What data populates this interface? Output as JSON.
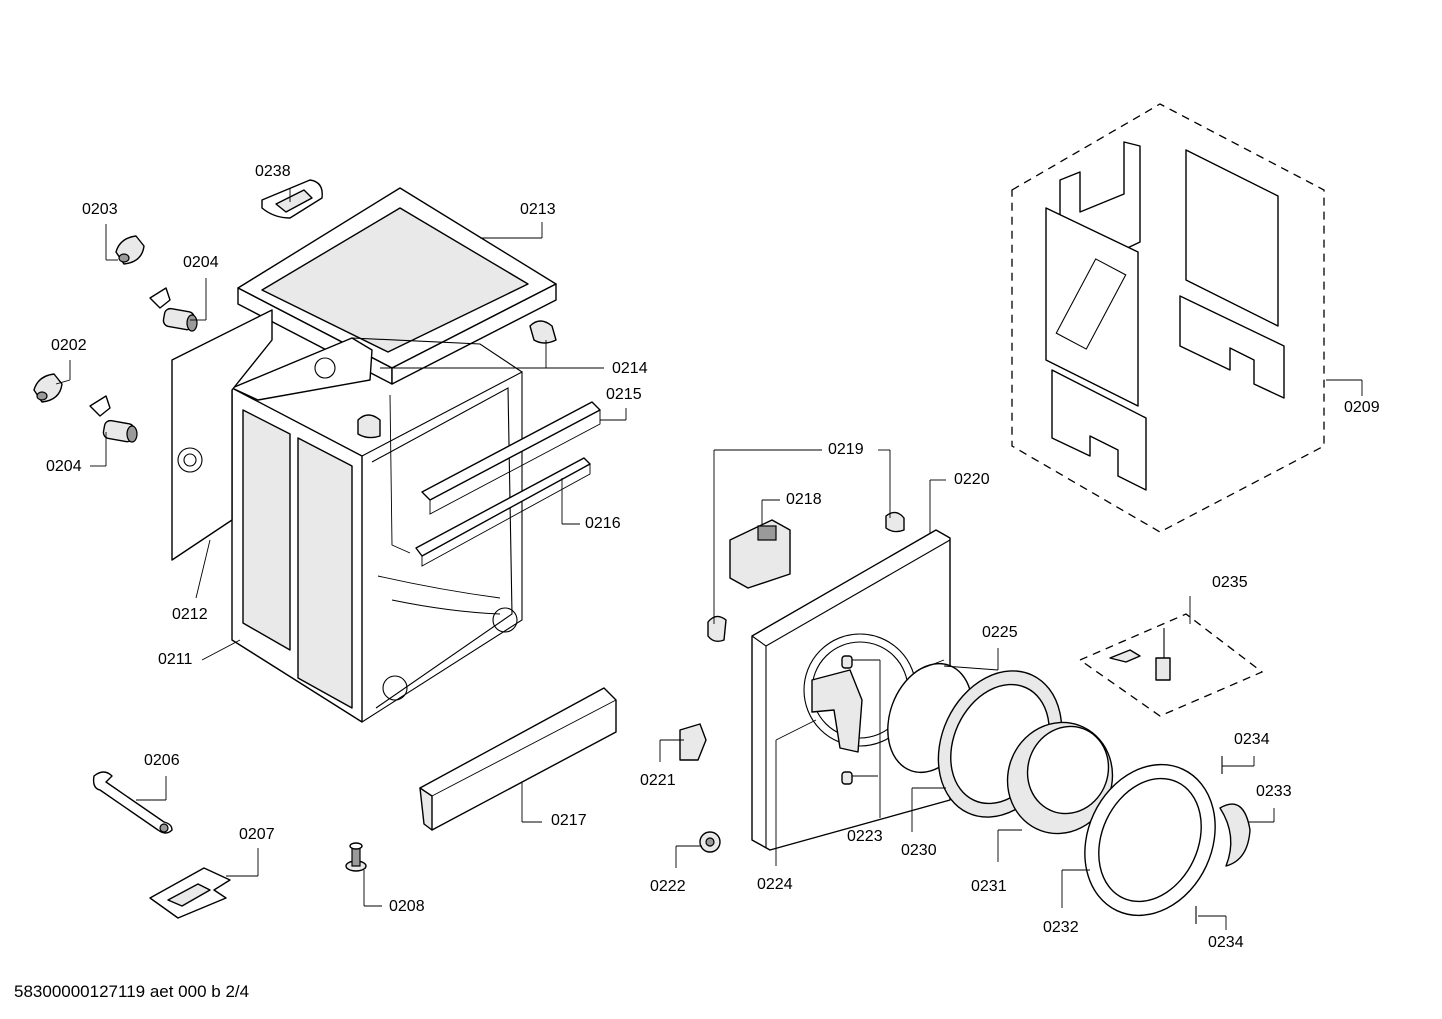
{
  "labels": {
    "l0238": "0238",
    "l0203": "0203",
    "l0213": "0213",
    "l0204a": "0204",
    "l0202": "0202",
    "l0204b": "0204",
    "l0214": "0214",
    "l0215": "0215",
    "l0216": "0216",
    "l0212": "0212",
    "l0211": "0211",
    "l0206": "0206",
    "l0207": "0207",
    "l0208": "0208",
    "l0217": "0217",
    "l0219": "0219",
    "l0218": "0218",
    "l0220": "0220",
    "l0221": "0221",
    "l0222": "0222",
    "l0224": "0224",
    "l0223": "0223",
    "l0230": "0230",
    "l0231": "0231",
    "l0232": "0232",
    "l0225": "0225",
    "l0235": "0235",
    "l0234a": "0234",
    "l0233": "0233",
    "l0234b": "0234",
    "l0209": "0209"
  },
  "footer": "58300000127119 aet 000 b 2/4"
}
